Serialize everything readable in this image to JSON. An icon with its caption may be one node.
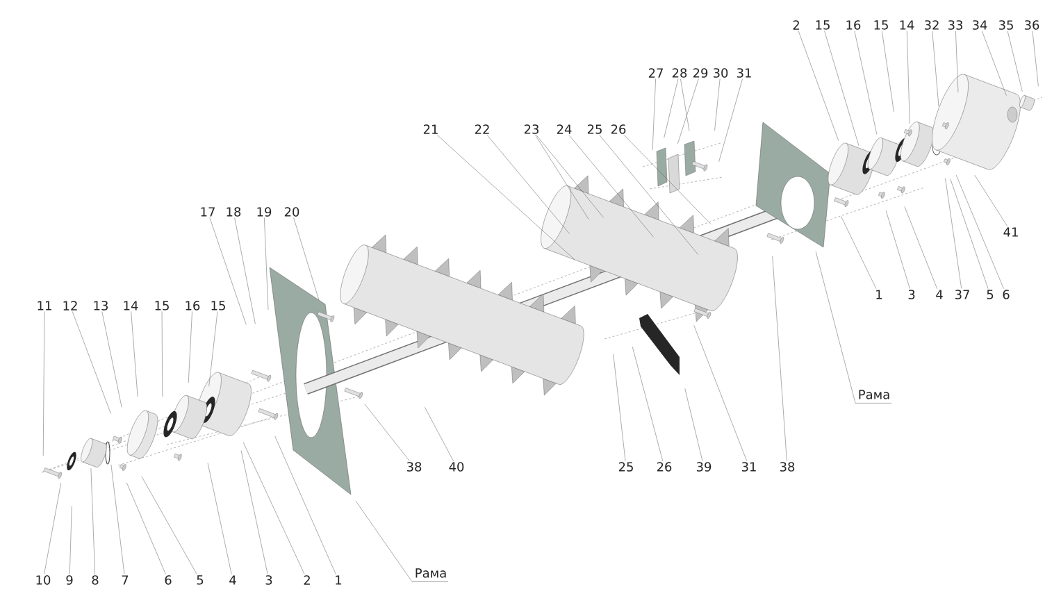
{
  "diagram": {
    "nodes": [
      {
        "text": [
          "2"
        ]
      },
      {
        "text": [
          "15"
        ]
      },
      {
        "text": [
          "16"
        ]
      },
      {
        "text": [
          "15"
        ]
      },
      {
        "text": [
          "14"
        ]
      },
      {
        "text": [
          "32"
        ]
      },
      {
        "text": [
          "33"
        ]
      },
      {
        "text": [
          "34"
        ]
      },
      {
        "text": [
          "35"
        ]
      },
      {
        "text": [
          "36"
        ]
      },
      {
        "text": [
          "27"
        ]
      },
      {
        "text": [
          "28"
        ]
      },
      {
        "text": [
          "29"
        ]
      },
      {
        "text": [
          "30"
        ]
      },
      {
        "text": [
          "31"
        ]
      },
      {
        "text": [
          "21"
        ]
      },
      {
        "text": [
          "22"
        ]
      },
      {
        "text": [
          "23"
        ]
      },
      {
        "text": [
          "24"
        ]
      },
      {
        "text": [
          "25"
        ]
      },
      {
        "text": [
          "26"
        ]
      },
      {
        "text": [
          "17"
        ]
      },
      {
        "text": [
          "18"
        ]
      },
      {
        "text": [
          "19"
        ]
      },
      {
        "text": [
          "20"
        ]
      },
      {
        "text": [
          "41"
        ]
      },
      {
        "text": [
          "1"
        ]
      },
      {
        "text": [
          "3"
        ]
      },
      {
        "text": [
          "4"
        ]
      },
      {
        "text": [
          "37"
        ]
      },
      {
        "text": [
          "5"
        ]
      },
      {
        "text": [
          "6"
        ]
      },
      {
        "text": [
          "11"
        ]
      },
      {
        "text": [
          "12"
        ]
      },
      {
        "text": [
          "13"
        ]
      },
      {
        "text": [
          "14"
        ]
      },
      {
        "text": [
          "15"
        ]
      },
      {
        "text": [
          "16"
        ]
      },
      {
        "text": [
          "15"
        ]
      },
      {
        "text": [
          "Рама"
        ]
      },
      {
        "text": [
          "38"
        ]
      },
      {
        "text": [
          "40"
        ]
      },
      {
        "text": [
          "25"
        ]
      },
      {
        "text": [
          "26"
        ]
      },
      {
        "text": [
          "39"
        ]
      },
      {
        "text": [
          "31"
        ]
      },
      {
        "text": [
          "38"
        ]
      },
      {
        "text": [
          "Рама"
        ]
      },
      {
        "text": [
          "10"
        ]
      },
      {
        "text": [
          "9"
        ]
      },
      {
        "text": [
          "8"
        ]
      },
      {
        "text": [
          "7"
        ]
      },
      {
        "text": [
          "6"
        ]
      },
      {
        "text": [
          "5"
        ]
      },
      {
        "text": [
          "4"
        ]
      },
      {
        "text": [
          "3"
        ]
      },
      {
        "text": [
          "2"
        ]
      },
      {
        "text": [
          "1"
        ]
      }
    ],
    "edges": [
      {
        "from": 0,
        "to": null,
        "arrow": "none"
      },
      {
        "from": 1,
        "to": null,
        "arrow": "none"
      },
      {
        "from": 2,
        "to": null,
        "arrow": "none"
      },
      {
        "from": 3,
        "to": null,
        "arrow": "none"
      },
      {
        "from": 4,
        "to": null,
        "arrow": "none"
      },
      {
        "from": 5,
        "to": null,
        "arrow": "none"
      },
      {
        "from": 6,
        "to": null,
        "arrow": "none"
      },
      {
        "from": 7,
        "to": null,
        "arrow": "none"
      },
      {
        "from": 8,
        "to": null,
        "arrow": "none"
      },
      {
        "from": 9,
        "to": null,
        "arrow": "none"
      },
      {
        "from": 10,
        "to": null,
        "arrow": "none"
      },
      {
        "from": 11,
        "to": null,
        "arrow": "none"
      },
      {
        "from": 11,
        "to": null,
        "arrow": "none"
      },
      {
        "from": 12,
        "to": null,
        "arrow": "none"
      },
      {
        "from": 13,
        "to": null,
        "arrow": "none"
      },
      {
        "from": 14,
        "to": null,
        "arrow": "none"
      },
      {
        "from": 15,
        "to": null,
        "arrow": "none"
      },
      {
        "from": 16,
        "to": null,
        "arrow": "none"
      },
      {
        "from": 17,
        "to": null,
        "arrow": "none"
      },
      {
        "from": 17,
        "to": null,
        "arrow": "none"
      },
      {
        "from": 18,
        "to": null,
        "arrow": "none"
      },
      {
        "from": 19,
        "to": null,
        "arrow": "none"
      },
      {
        "from": 20,
        "to": null,
        "arrow": "none"
      },
      {
        "from": 21,
        "to": null,
        "arrow": "none"
      },
      {
        "from": 22,
        "to": null,
        "arrow": "none"
      },
      {
        "from": 23,
        "to": null,
        "arrow": "none"
      },
      {
        "from": 24,
        "to": null,
        "arrow": "none"
      },
      {
        "from": 25,
        "to": null,
        "arrow": "none"
      },
      {
        "from": 26,
        "to": null,
        "arrow": "none"
      },
      {
        "from": 27,
        "to": null,
        "arrow": "none"
      },
      {
        "from": 28,
        "to": null,
        "arrow": "none"
      },
      {
        "from": 29,
        "to": null,
        "arrow": "none"
      },
      {
        "from": 30,
        "to": null,
        "arrow": "none"
      },
      {
        "from": 31,
        "to": null,
        "arrow": "none"
      },
      {
        "from": 32,
        "to": null,
        "arrow": "none"
      },
      {
        "from": 33,
        "to": null,
        "arrow": "none"
      },
      {
        "from": 34,
        "to": null,
        "arrow": "none"
      },
      {
        "from": 35,
        "to": null,
        "arrow": "none"
      },
      {
        "from": 36,
        "to": null,
        "arrow": "none"
      },
      {
        "from": 37,
        "to": null,
        "arrow": "none"
      },
      {
        "from": 38,
        "to": null,
        "arrow": "none"
      },
      {
        "from": 39,
        "to": null,
        "arrow": "none"
      },
      {
        "from": 40,
        "to": null,
        "arrow": "none"
      },
      {
        "from": 41,
        "to": null,
        "arrow": "none"
      },
      {
        "from": 42,
        "to": null,
        "arrow": "none"
      },
      {
        "from": 43,
        "to": null,
        "arrow": "none"
      },
      {
        "from": 44,
        "to": null,
        "arrow": "none"
      },
      {
        "from": 45,
        "to": null,
        "arrow": "none"
      },
      {
        "from": 46,
        "to": null,
        "arrow": "none"
      },
      {
        "from": 47,
        "to": null,
        "arrow": "none"
      },
      {
        "from": 48,
        "to": null,
        "arrow": "none"
      },
      {
        "from": 49,
        "to": null,
        "arrow": "none"
      },
      {
        "from": 50,
        "to": null,
        "arrow": "none"
      },
      {
        "from": 51,
        "to": null,
        "arrow": "none"
      },
      {
        "from": 52,
        "to": null,
        "arrow": "none"
      },
      {
        "from": 53,
        "to": null,
        "arrow": "none"
      },
      {
        "from": 54,
        "to": null,
        "arrow": "none"
      },
      {
        "from": 55,
        "to": null,
        "arrow": "none"
      },
      {
        "from": 56,
        "to": null,
        "arrow": "none"
      },
      {
        "from": 57,
        "to": null,
        "arrow": "none"
      }
    ]
  }
}
